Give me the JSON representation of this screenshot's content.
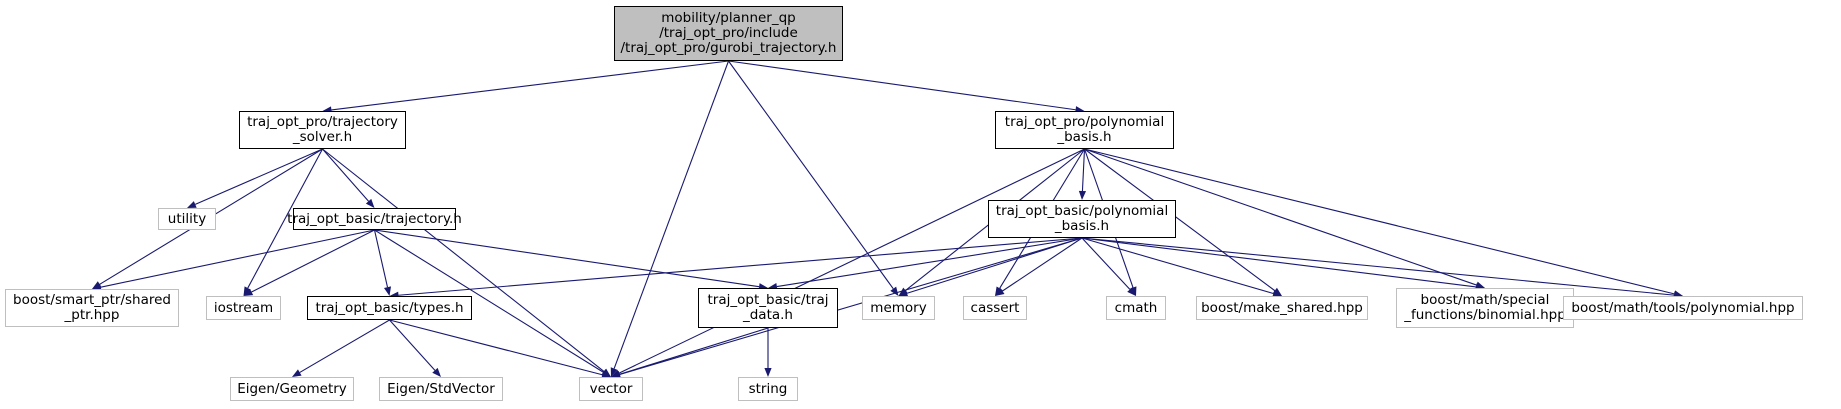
{
  "theme": {
    "edge_color": "#191970",
    "root_fill": "#bfbfbf",
    "system_border": "#bfbfbf",
    "local_border": "#000000"
  },
  "nodes": {
    "root": {
      "lines": [
        "mobility/planner_qp",
        "/traj_opt_pro/include",
        "/traj_opt_pro/gurobi_trajectory.h"
      ]
    },
    "traj_solver": {
      "lines": [
        "traj_opt_pro/trajectory",
        "_solver.h"
      ]
    },
    "poly_basis_pro": {
      "lines": [
        "traj_opt_pro/polynomial",
        "_basis.h"
      ]
    },
    "utility": {
      "lines": [
        "utility"
      ]
    },
    "trajectory_h": {
      "lines": [
        "traj_opt_basic/trajectory.h"
      ]
    },
    "poly_basis_basic": {
      "lines": [
        "traj_opt_basic/polynomial",
        "_basis.h"
      ]
    },
    "shared_ptr": {
      "lines": [
        "boost/smart_ptr/shared",
        "_ptr.hpp"
      ]
    },
    "iostream": {
      "lines": [
        "iostream"
      ]
    },
    "types_h": {
      "lines": [
        "traj_opt_basic/types.h"
      ]
    },
    "traj_data": {
      "lines": [
        "traj_opt_basic/traj",
        "_data.h"
      ]
    },
    "memory": {
      "lines": [
        "memory"
      ]
    },
    "cassert": {
      "lines": [
        "cassert"
      ]
    },
    "cmath": {
      "lines": [
        "cmath"
      ]
    },
    "make_shared": {
      "lines": [
        "boost/make_shared.hpp"
      ]
    },
    "binomial": {
      "lines": [
        "boost/math/special",
        "_functions/binomial.hpp"
      ]
    },
    "polynomial_hpp": {
      "lines": [
        "boost/math/tools/polynomial.hpp"
      ]
    },
    "eigen_geometry": {
      "lines": [
        "Eigen/Geometry"
      ]
    },
    "eigen_stdvector": {
      "lines": [
        "Eigen/StdVector"
      ]
    },
    "vector": {
      "lines": [
        "vector"
      ]
    },
    "string": {
      "lines": [
        "string"
      ]
    }
  },
  "edges": [
    [
      "root",
      "traj_solver"
    ],
    [
      "root",
      "poly_basis_pro"
    ],
    [
      "root",
      "vector"
    ],
    [
      "root",
      "memory"
    ],
    [
      "traj_solver",
      "shared_ptr"
    ],
    [
      "traj_solver",
      "utility"
    ],
    [
      "traj_solver",
      "iostream"
    ],
    [
      "traj_solver",
      "trajectory_h"
    ],
    [
      "traj_solver",
      "vector"
    ],
    [
      "trajectory_h",
      "shared_ptr"
    ],
    [
      "trajectory_h",
      "iostream"
    ],
    [
      "trajectory_h",
      "types_h"
    ],
    [
      "trajectory_h",
      "vector"
    ],
    [
      "trajectory_h",
      "traj_data"
    ],
    [
      "types_h",
      "eigen_geometry"
    ],
    [
      "types_h",
      "eigen_stdvector"
    ],
    [
      "types_h",
      "vector"
    ],
    [
      "traj_data",
      "vector"
    ],
    [
      "traj_data",
      "string"
    ],
    [
      "poly_basis_pro",
      "vector"
    ],
    [
      "poly_basis_pro",
      "memory"
    ],
    [
      "poly_basis_pro",
      "poly_basis_basic"
    ],
    [
      "poly_basis_pro",
      "cassert"
    ],
    [
      "poly_basis_pro",
      "cmath"
    ],
    [
      "poly_basis_pro",
      "make_shared"
    ],
    [
      "poly_basis_pro",
      "binomial"
    ],
    [
      "poly_basis_pro",
      "polynomial_hpp"
    ],
    [
      "poly_basis_basic",
      "types_h"
    ],
    [
      "poly_basis_basic",
      "traj_data"
    ],
    [
      "poly_basis_basic",
      "memory"
    ],
    [
      "poly_basis_basic",
      "cassert"
    ],
    [
      "poly_basis_basic",
      "cmath"
    ],
    [
      "poly_basis_basic",
      "make_shared"
    ],
    [
      "poly_basis_basic",
      "binomial"
    ],
    [
      "poly_basis_basic",
      "polynomial_hpp"
    ],
    [
      "poly_basis_basic",
      "vector"
    ]
  ]
}
